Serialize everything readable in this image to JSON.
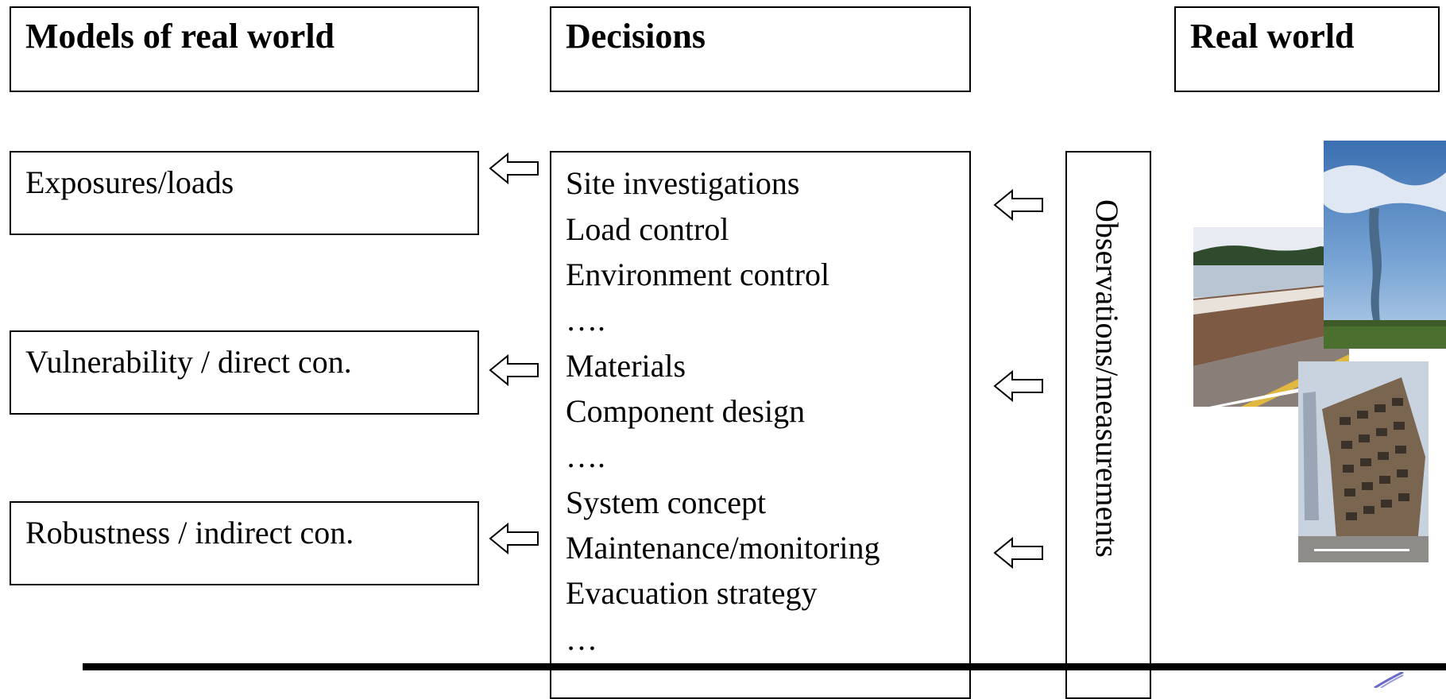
{
  "headers": {
    "models": "Models of real world",
    "decisions": "Decisions",
    "real_world": "Real world"
  },
  "models": [
    "Exposures/loads",
    "Vulnerability / direct con.",
    "Robustness / indirect con."
  ],
  "decisions": [
    "Site investigations",
    "Load control",
    "Environment control",
    "….",
    "Materials",
    "Component design",
    "….",
    "System concept",
    "Maintenance/monitoring",
    "Evacuation strategy",
    "…"
  ],
  "observations": "Observations/measurements",
  "icons": {
    "left_arrows": "arrow-left-icon",
    "right_arrows": "arrow-left-icon",
    "corner_mark": "logo-swoosh-icon"
  },
  "colors": {
    "line": "#000000",
    "background": "#ffffff",
    "sky": "#4a7fc0",
    "road": "#8a7a70"
  }
}
